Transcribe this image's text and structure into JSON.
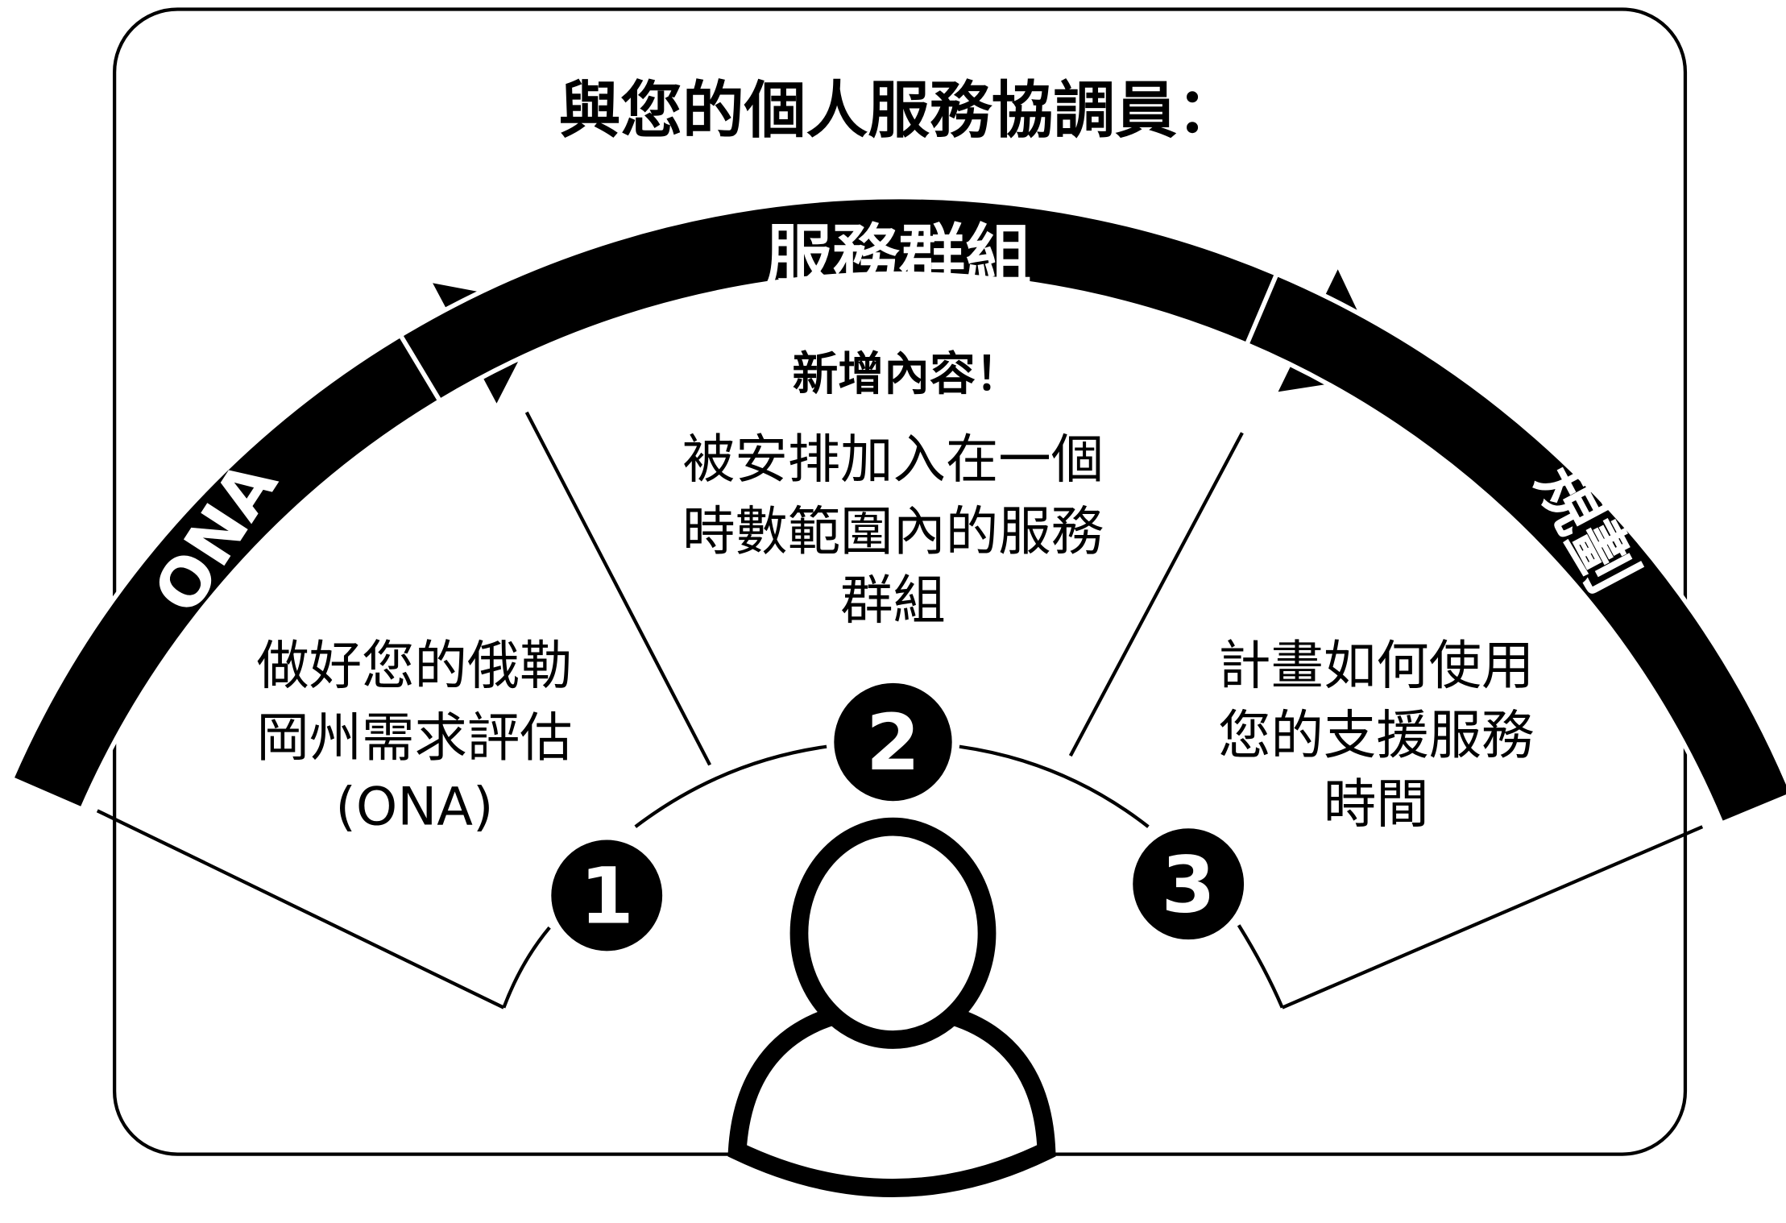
{
  "title": "與您的個人服務協調員：",
  "colors": {
    "ink": "#000000",
    "paper": "#ffffff"
  },
  "arc_stages": [
    {
      "label": "ONA"
    },
    {
      "label": "服務群組"
    },
    {
      "label": "規劃"
    }
  ],
  "steps": [
    {
      "number": "1",
      "lines": [
        "做好您的俄勒",
        "岡州需求評估",
        "(ONA)"
      ]
    },
    {
      "number": "2",
      "highlight": "新增內容！",
      "lines": [
        "被安排加入在一個",
        "時數範圍內的服務",
        "群組"
      ]
    },
    {
      "number": "3",
      "lines": [
        "計畫如何使用",
        "您的支援服務",
        "時間"
      ]
    }
  ],
  "icons": {
    "center": "person-icon"
  }
}
